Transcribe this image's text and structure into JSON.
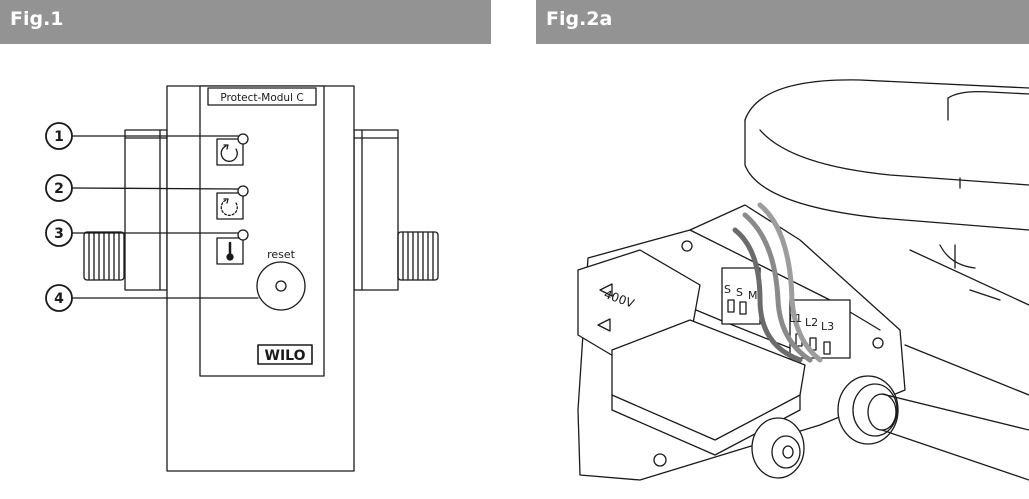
{
  "headers": {
    "fig1": "Fig.1",
    "fig2a": "Fig.2a"
  },
  "fig1": {
    "module_label": "Protect-Modul C",
    "reset_label": "reset",
    "brand": "WILO",
    "callouts": [
      "1",
      "2",
      "3",
      "4"
    ]
  },
  "fig2a": {
    "terminal_left": [
      "S",
      "S",
      "M"
    ],
    "terminal_right": [
      "L1",
      "L2",
      "L3"
    ],
    "voltage_label": "400V"
  }
}
